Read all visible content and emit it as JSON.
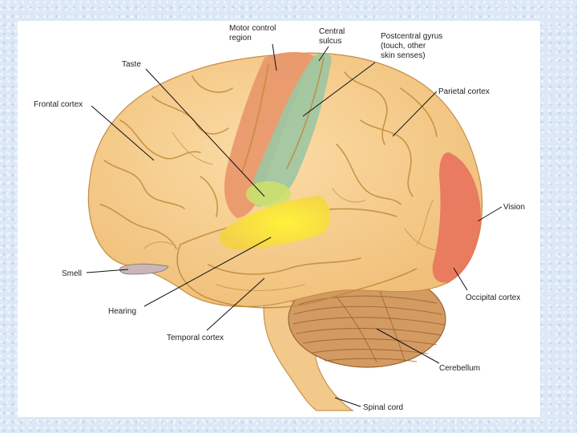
{
  "labels": {
    "motor": [
      "Motor control",
      "region"
    ],
    "central": [
      "Central",
      "sulcus"
    ],
    "postcentral": [
      "Postcentral gyrus",
      "(touch, other",
      "skin senses)"
    ],
    "taste": "Taste",
    "parietal": "Parietal cortex",
    "frontal": "Frontal cortex",
    "vision": "Vision",
    "smell": "Smell",
    "occipital": "Occipital cortex",
    "hearing": "Hearing",
    "temporal": "Temporal cortex",
    "cerebellum": "Cerebellum",
    "spinal": "Spinal cord"
  },
  "colors": {
    "cortex": "#f7cf8e",
    "motor": "#e9966a",
    "postcentral": "#9cc7a2",
    "taste": "#cfe26a",
    "hearing": "#f6e52b",
    "vision": "#e8735c",
    "cerebellum": "#d39a62",
    "brainstem": "#f2c98a"
  }
}
